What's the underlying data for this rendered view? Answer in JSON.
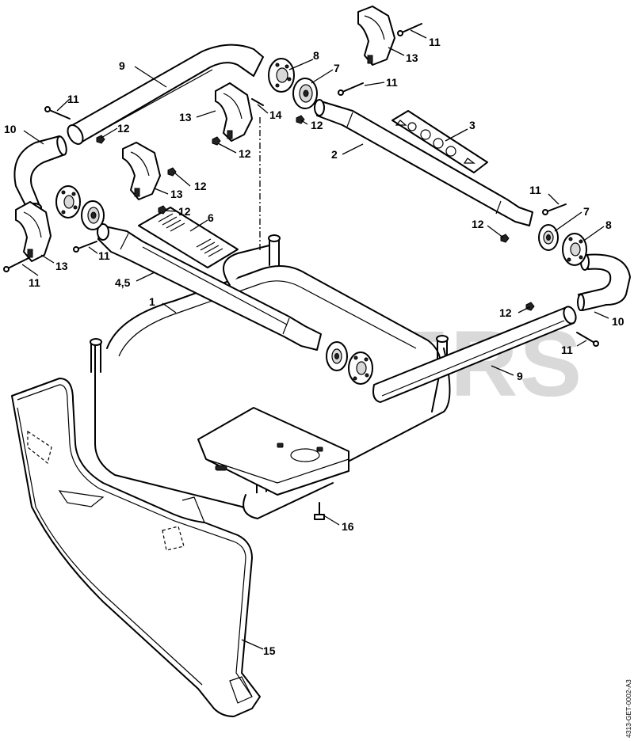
{
  "diagram": {
    "watermark": "CUTLERS",
    "document_code": "4313-GET-0002-A3",
    "callouts": {
      "c1": "1",
      "c2": "2",
      "c3": "3",
      "c45": "4,5",
      "c6": "6",
      "c7a": "7",
      "c7b": "7",
      "c8a": "8",
      "c8b": "8",
      "c9a": "9",
      "c9b": "9",
      "c10a": "10",
      "c10b": "10",
      "c11a": "11",
      "c11b": "11",
      "c11c": "11",
      "c11d": "11",
      "c11e": "11",
      "c11f": "11",
      "c11g": "11",
      "c12a": "12",
      "c12b": "12",
      "c12c": "12",
      "c12d": "12",
      "c12e": "12",
      "c12f": "12",
      "c12g": "12",
      "c13a": "13",
      "c13b": "13",
      "c13c": "13",
      "c13d": "13",
      "c14": "14",
      "c15": "15",
      "c16": "16"
    }
  }
}
